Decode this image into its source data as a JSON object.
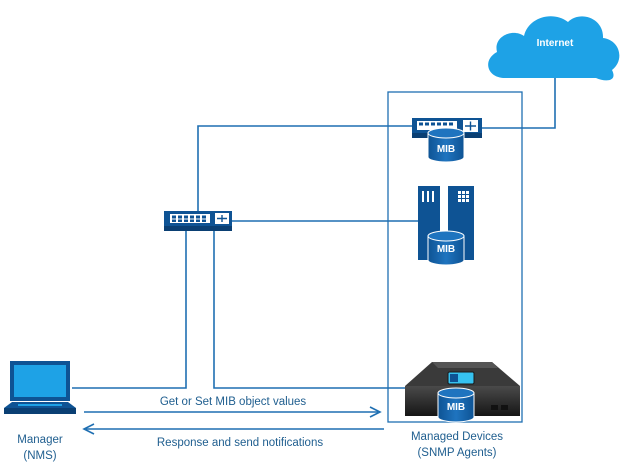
{
  "cloud": {
    "label": "Internet",
    "color": "#1ea2e6"
  },
  "mib_label": "MIB",
  "manager": {
    "line1": "Manager",
    "line2": "(NMS)"
  },
  "managed": {
    "line1": "Managed Devices",
    "line2": "(SNMP Agents)"
  },
  "arrows": {
    "request": "Get or Set MIB object values",
    "response": "Response and send notifications"
  },
  "colors": {
    "primary": "#1f6fb2",
    "light": "#1ea2e6",
    "text": "#1f5e8f",
    "device_dark": "#2b2b2b",
    "screen": "#36c2f0"
  }
}
